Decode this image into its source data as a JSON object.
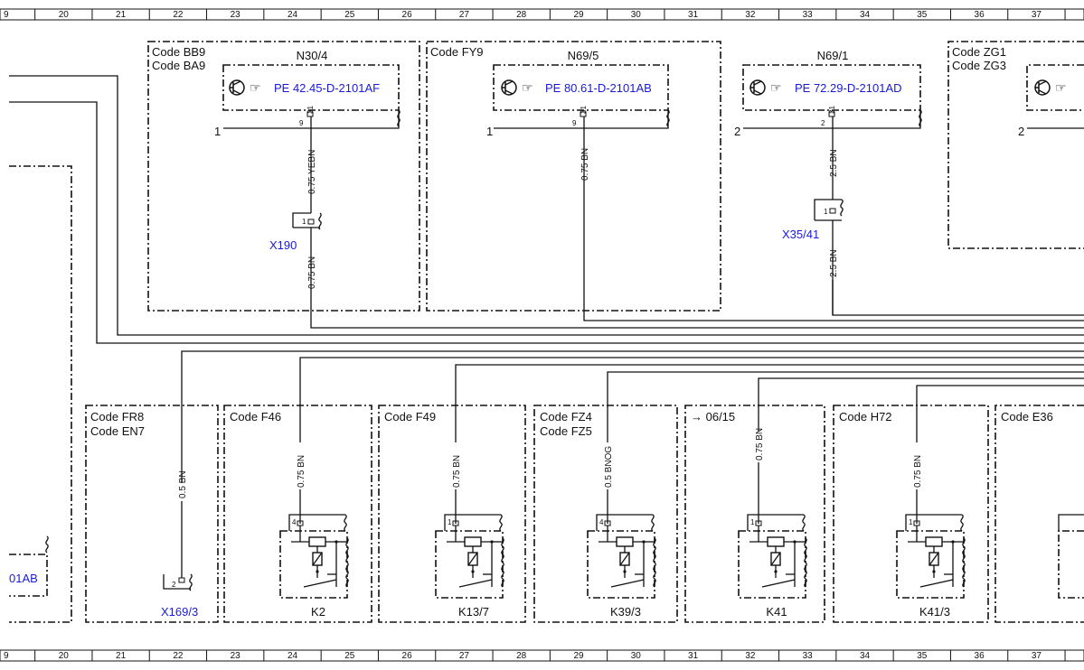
{
  "ruler": {
    "columns": [
      "9",
      "20",
      "21",
      "22",
      "23",
      "24",
      "25",
      "26",
      "27",
      "28",
      "29",
      "30",
      "31",
      "32",
      "33",
      "34",
      "35",
      "36",
      "37"
    ]
  },
  "boxes": {
    "bb9": {
      "code1": "Code BB9",
      "code2": "Code BA9",
      "title": "N30/4",
      "link": "PE 42.45-D-2101AF",
      "pin_left": "1",
      "pin_a": "9",
      "pin_b": "31"
    },
    "fy9": {
      "code1": "Code FY9",
      "title": "N69/5",
      "link": "PE 80.61-D-2101AB",
      "pin_left": "1",
      "pin_a": "9",
      "pin_b": "31"
    },
    "n691": {
      "title": "N69/1",
      "link": "PE 72.29-D-2101AD",
      "pin_left": "2",
      "pin_a": "2",
      "pin_b": "31"
    },
    "zg1": {
      "code1": "Code ZG1",
      "code2": "Code ZG3",
      "pin_left": "2"
    },
    "left": {
      "link": "01AB"
    },
    "fr8": {
      "code1": "Code FR8",
      "code2": "Code EN7",
      "connector": "X169/3",
      "pin": "2"
    },
    "f46": {
      "code1": "Code F46",
      "name": "K2",
      "pin": "4"
    },
    "f49": {
      "code1": "Code F49",
      "name": "K13/7",
      "pin": "1"
    },
    "fz4": {
      "code1": "Code FZ4",
      "code2": "Code FZ5",
      "name": "K39/3",
      "pin": "4"
    },
    "d0615": {
      "code1": "→ 06/15",
      "name": "K41",
      "pin": "1"
    },
    "h72": {
      "code1": "Code H72",
      "name": "K41/3",
      "pin": "1"
    },
    "e36": {
      "code1": "Code E36"
    }
  },
  "connectors": {
    "x190": {
      "name": "X190",
      "pin": "1"
    },
    "x3541": {
      "name": "X35/41",
      "pin": "1"
    }
  },
  "wires": {
    "w1": "0.75 YEBN",
    "w2": "0.75 BN",
    "w3": "0.75 BN",
    "w4": "2.5 BN",
    "w5": "2.5 BN",
    "w6": "0.5 BN",
    "w7": "0.75 BN",
    "w8": "0.75 BN",
    "w9": "0.5 BNOG",
    "w10": "0.75 BN",
    "w11": "0.75 BN"
  }
}
